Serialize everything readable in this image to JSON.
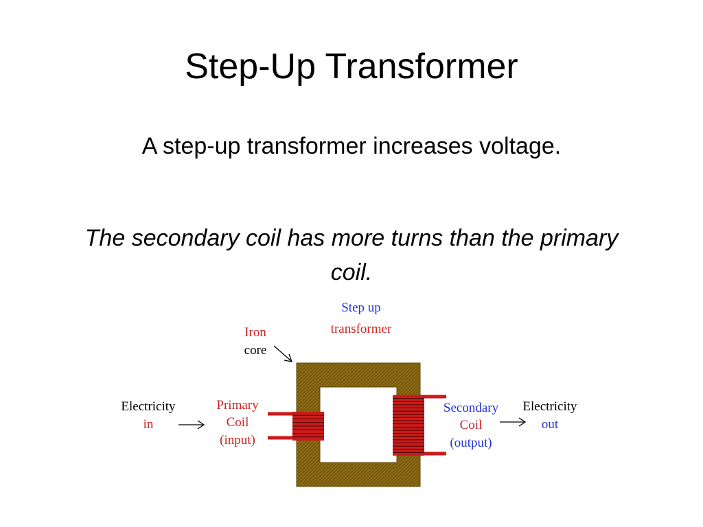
{
  "slide": {
    "title": "Step-Up Transformer",
    "subtitle": "A step-up transformer increases voltage.",
    "note": "The secondary coil has more turns than the primary coil."
  },
  "diagram": {
    "heading": [
      "Step up",
      "transformer"
    ],
    "iron_core": [
      "Iron",
      "core"
    ],
    "electricity_in": [
      "Electricity",
      "in"
    ],
    "primary_coil": [
      "Primary",
      "Coil",
      "(input)"
    ],
    "secondary_coil": [
      "Secondary",
      "Coil",
      "(output)"
    ],
    "electricity_out": [
      "Electricity",
      "out"
    ],
    "primary_turns": 7,
    "secondary_turns": 18,
    "colors": {
      "core": "#8a6a12",
      "coil": "#cc1a1a",
      "heading": "#2233dd",
      "primary_label": "#cc2222",
      "secondary_label": "#2233dd",
      "out_label": "#2233dd",
      "in_label": "#cc2222"
    }
  }
}
